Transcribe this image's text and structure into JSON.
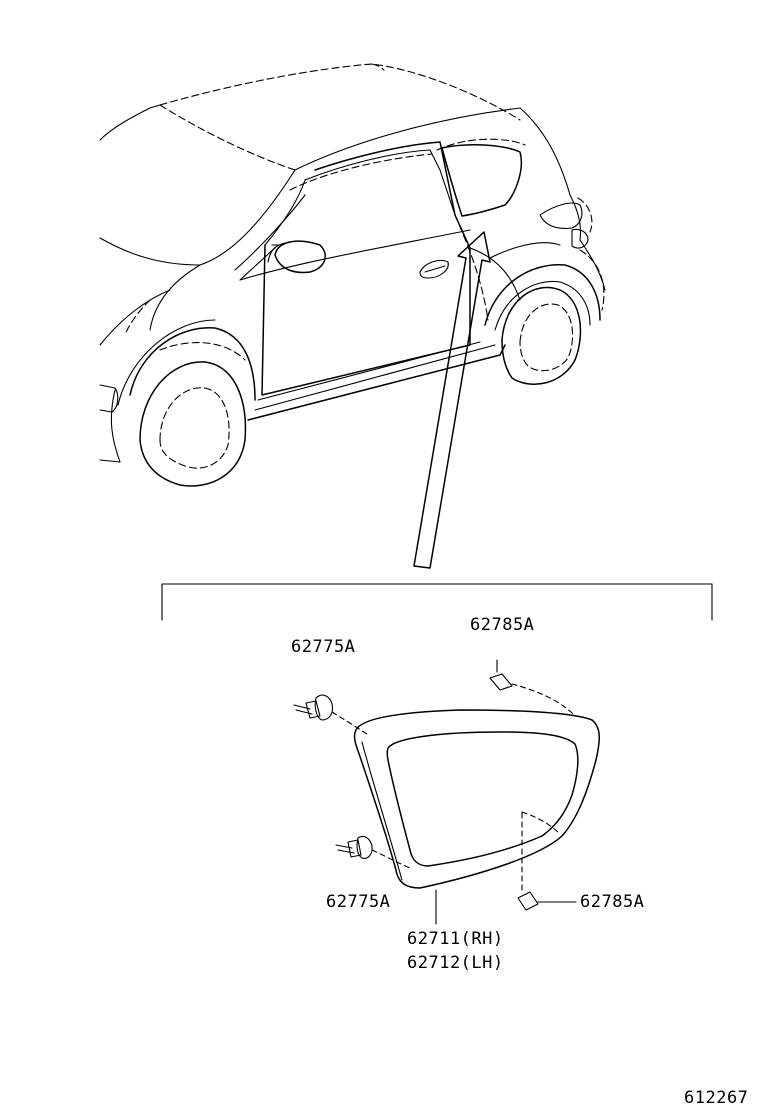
{
  "callouts": {
    "clip_top": "62775A",
    "clip_bottom": "62775A",
    "pad_top": "62785A",
    "pad_bottom": "62785A",
    "part_rh": "62711(RH)",
    "part_lh": "62712(LH)"
  },
  "illustration_number": "612267",
  "icons": [
    "car-outline",
    "quarter-window-molding",
    "clip",
    "pad",
    "leader-arrow"
  ]
}
